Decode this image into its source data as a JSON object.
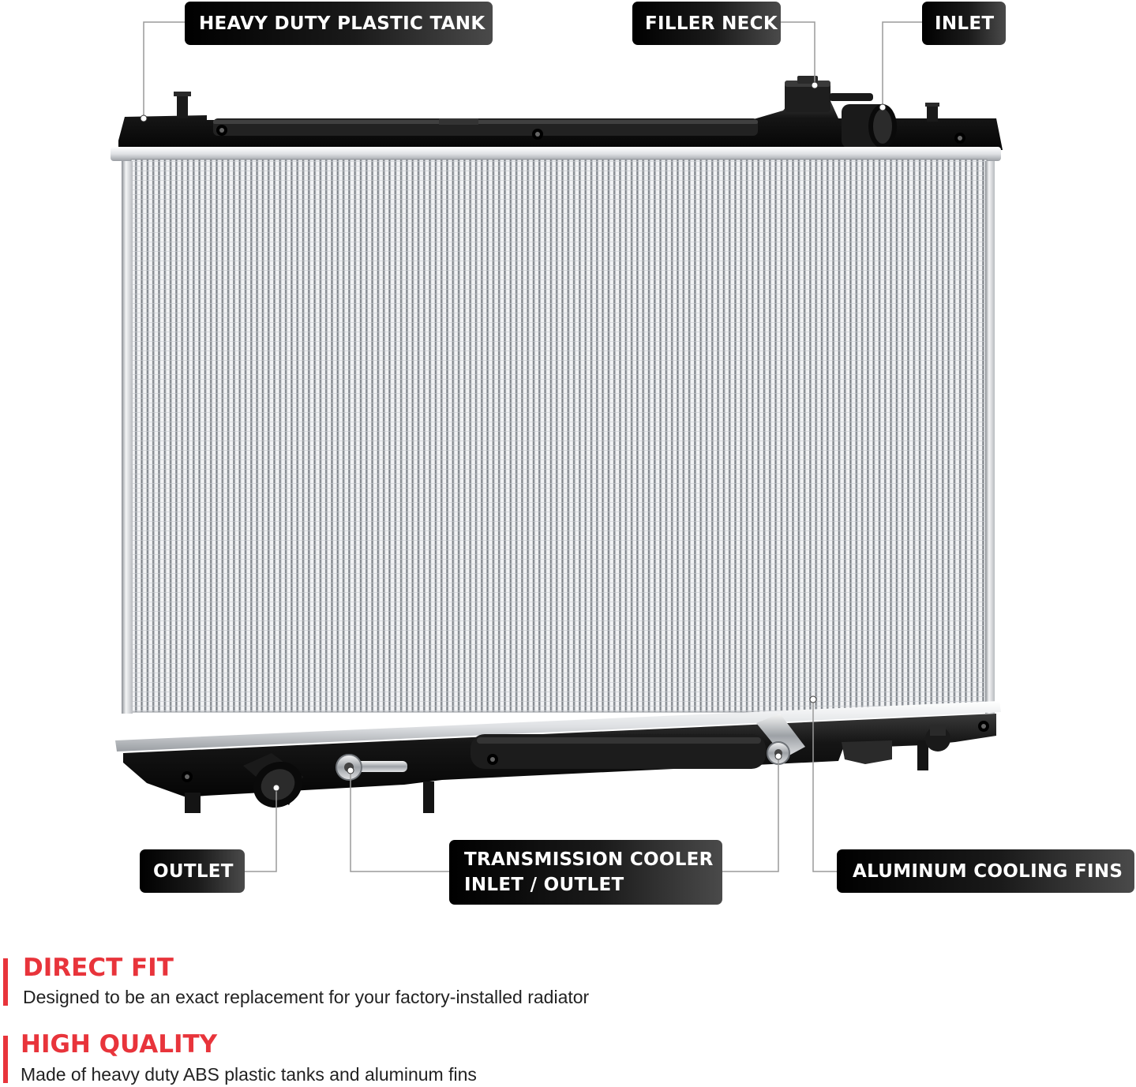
{
  "callouts": {
    "heavy_duty_plastic_tank": "HEAVY DUTY PLASTIC TANK",
    "filler_neck": "FILLER NECK",
    "inlet": "INLET",
    "outlet": "OUTLET",
    "transmission_cooler_line1": "TRANSMISSION COOLER",
    "transmission_cooler_line2": "INLET / OUTLET",
    "aluminum_cooling_fins": "ALUMINUM COOLING FINS"
  },
  "features": [
    {
      "title": "DIRECT FIT",
      "description": "Designed to be an exact replacement for your factory-installed radiator"
    },
    {
      "title": "HIGH QUALITY",
      "description": "Made of heavy duty ABS plastic tanks and aluminum fins"
    }
  ],
  "colors": {
    "accent_red": "#e8343b",
    "tank_black": "#151515",
    "fin_silver": "#c9ccd0",
    "tag_black": "#000000"
  }
}
